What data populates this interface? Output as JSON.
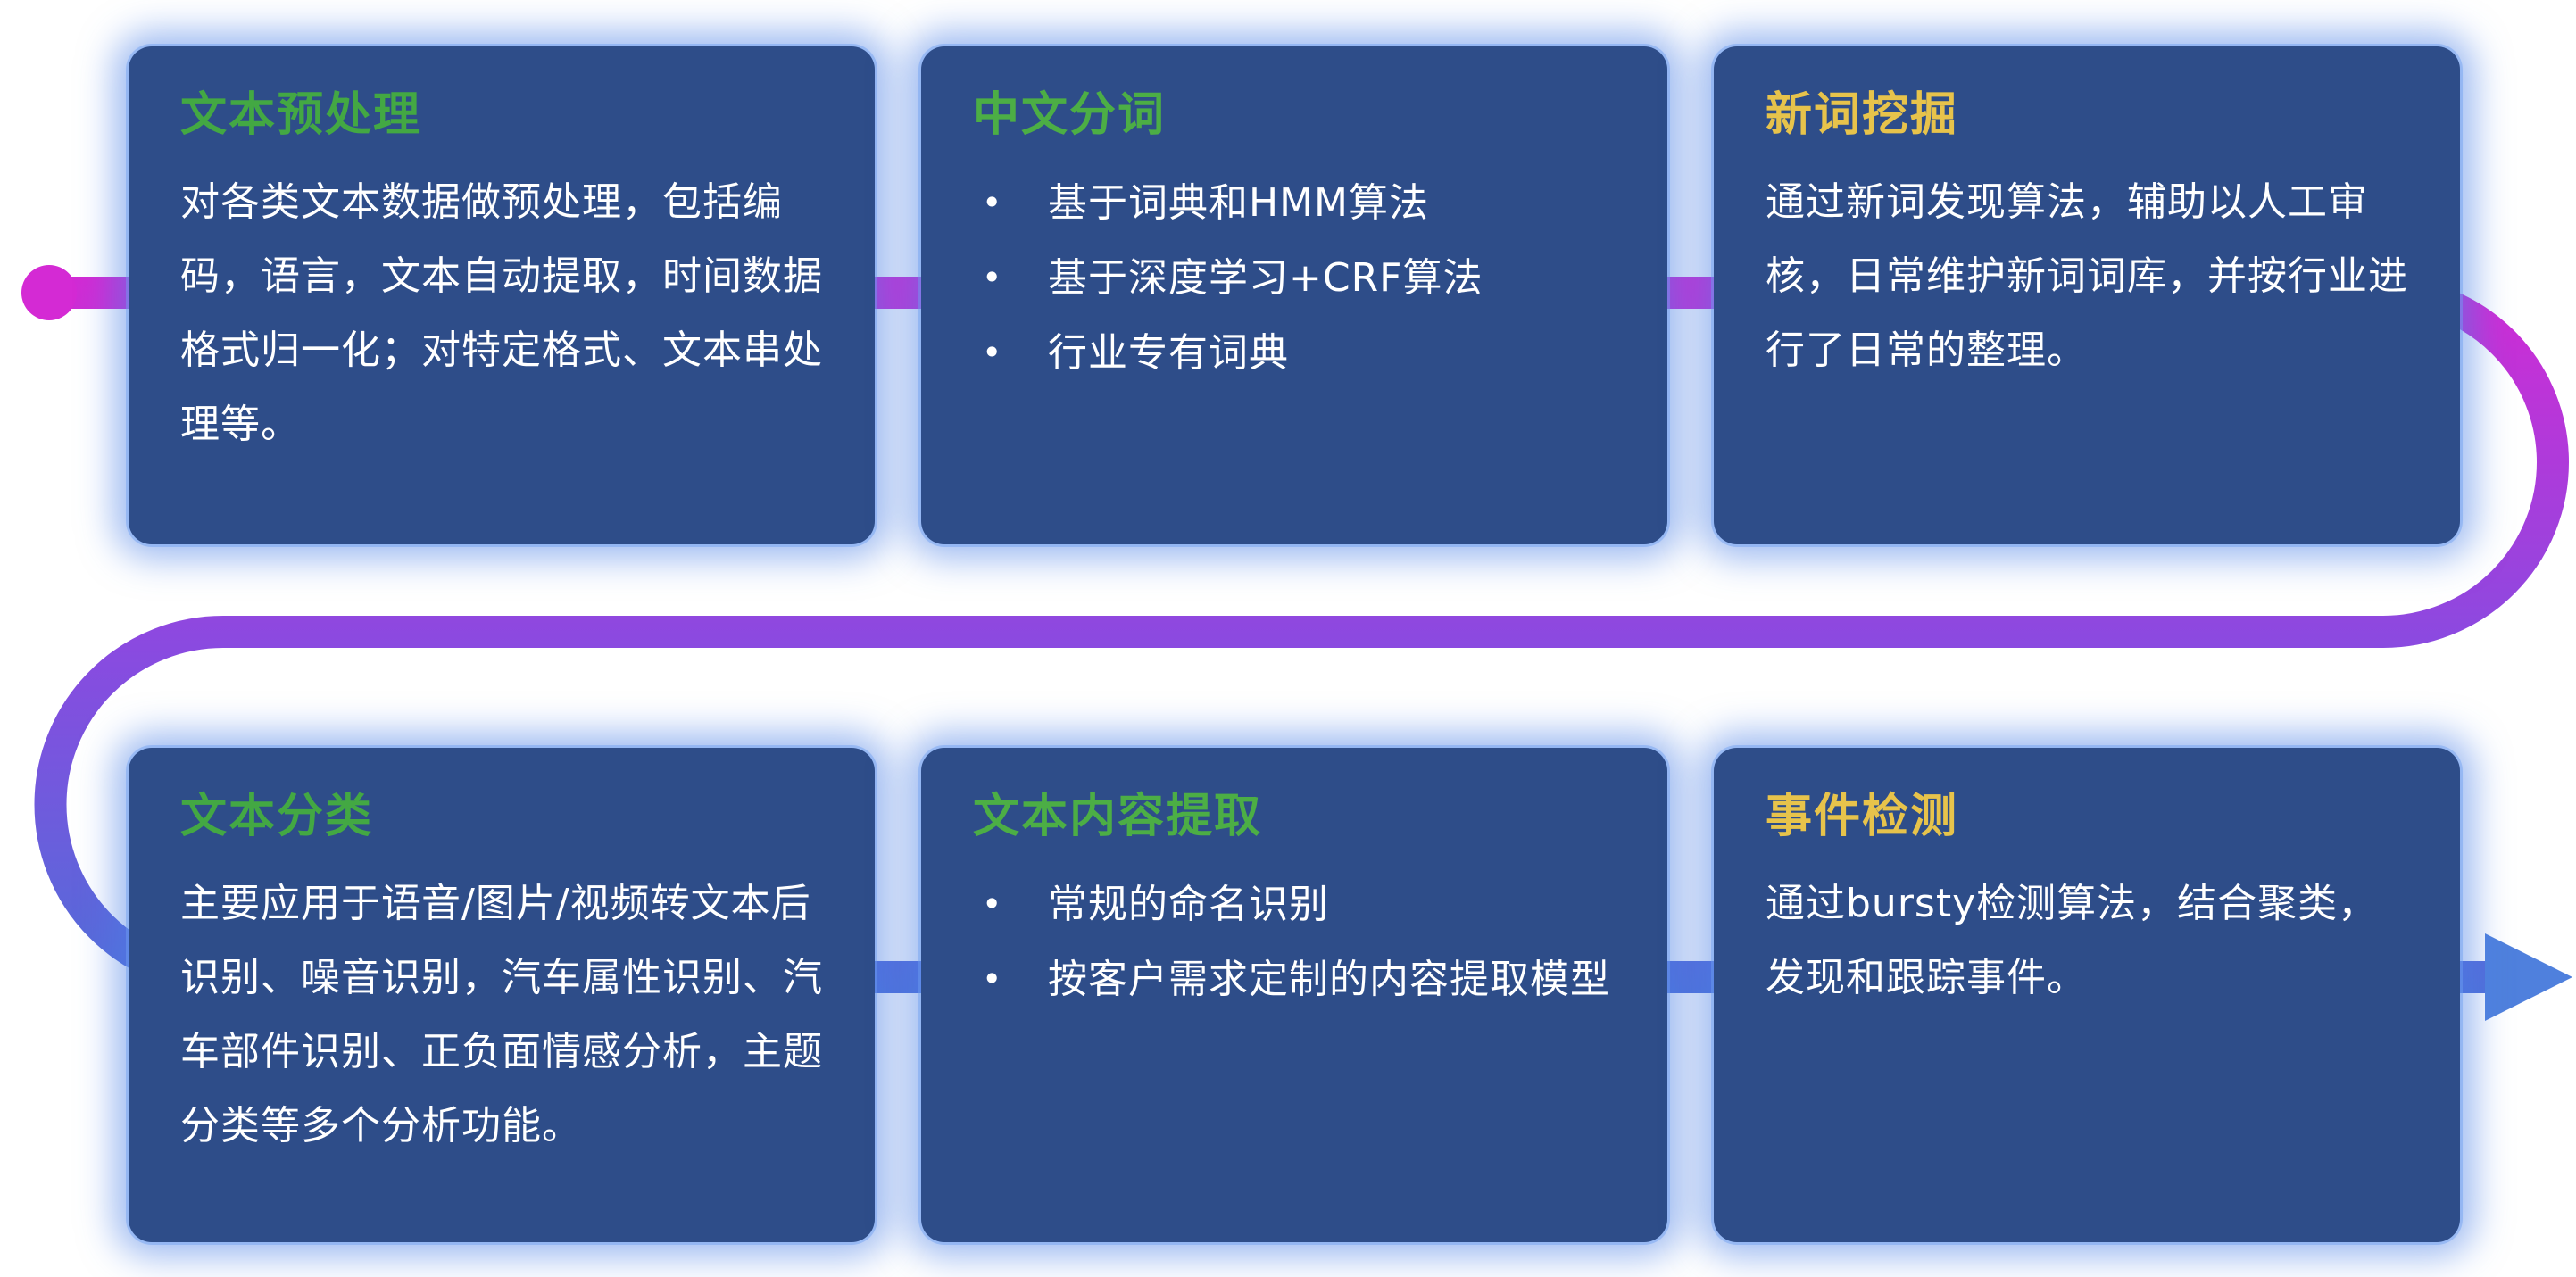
{
  "ui": {
    "bullet_char": "•"
  },
  "flow": {
    "start_dot_color": "#d42ad4",
    "arrow_color": "#4f80dd",
    "gradient_stops": [
      "#d42ad4",
      "#8a4ae0",
      "#4a72d8"
    ]
  },
  "cards": [
    {
      "id": "text-preprocessing",
      "title": "文本预处理",
      "title_color": "#43a843",
      "body": "对各类文本数据做预处理，包括编码，语言，文本自动提取，时间数据格式归一化；对特定格式、文本串处理等。"
    },
    {
      "id": "chinese-word-segmentation",
      "title": "中文分词",
      "title_color": "#4cae45",
      "bullets": [
        "基于词典和HMM算法",
        "基于深度学习+CRF算法",
        "行业专有词典"
      ]
    },
    {
      "id": "new-word-mining",
      "title": "新词挖掘",
      "title_color": "#e7c34b",
      "body": "通过新词发现算法，辅助以人工审核，日常维护新词词库，并按行业进行了日常的整理。"
    },
    {
      "id": "text-classification",
      "title": "文本分类",
      "title_color": "#43a843",
      "body": "主要应用于语音/图片/视频转文本后识别、噪音识别，汽车属性识别、汽车部件识别、正负面情感分析，主题分类等多个分析功能。"
    },
    {
      "id": "text-content-extraction",
      "title": "文本内容提取",
      "title_color": "#4cae45",
      "bullets": [
        "常规的命名识别",
        "按客户需求定制的内容提取模型"
      ]
    },
    {
      "id": "event-detection",
      "title": "事件检测",
      "title_color": "#e7c34b",
      "body": "通过bursty检测算法，结合聚类，发现和跟踪事件。"
    }
  ]
}
